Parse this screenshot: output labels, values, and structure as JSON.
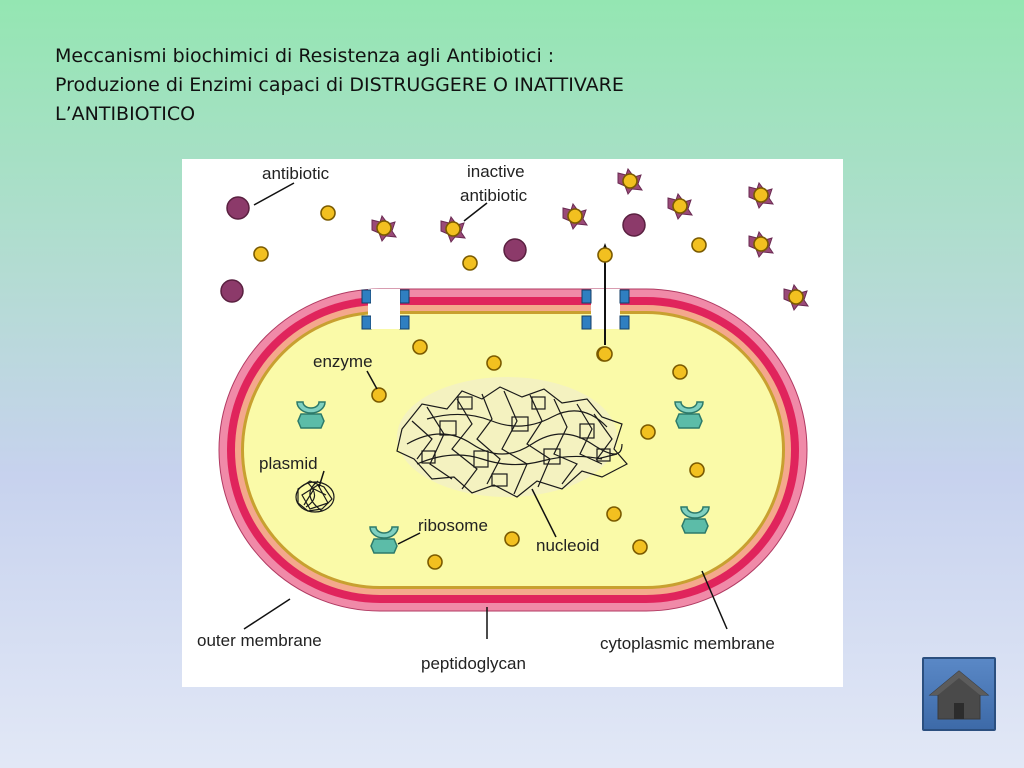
{
  "slide": {
    "title_lines": [
      "Meccanismi biochimici di Resistenza agli Antibiotici :",
      "Produzione di Enzimi capaci di DISTRUGGERE O INATTIVARE",
      "L’ANTIBIOTICO"
    ]
  },
  "diagram": {
    "labels": {
      "antibiotic": "antibiotic",
      "inactive_1": "inactive",
      "inactive_2": "antibiotic",
      "enzyme": "enzyme",
      "plasmid": "plasmid",
      "ribosome": "ribosome",
      "nucleoid": "nucleoid",
      "outer_membrane": "outer membrane",
      "peptidoglycan": "peptidoglycan",
      "cytoplasmic_membrane": "cytoplasmic membrane"
    },
    "colors": {
      "outer_membrane": "#f08aa8",
      "peptidoglycan": "#e0245c",
      "periplasm": "#f4a88c",
      "cytoplasm": "#fafaa8",
      "antibiotic": "#f2c020",
      "intact_antibiotic": "#8c3a6a",
      "enzyme": "#7fd0c0",
      "porin": "#2f7fc1"
    }
  },
  "nav": {
    "home_icon": "home-icon"
  }
}
